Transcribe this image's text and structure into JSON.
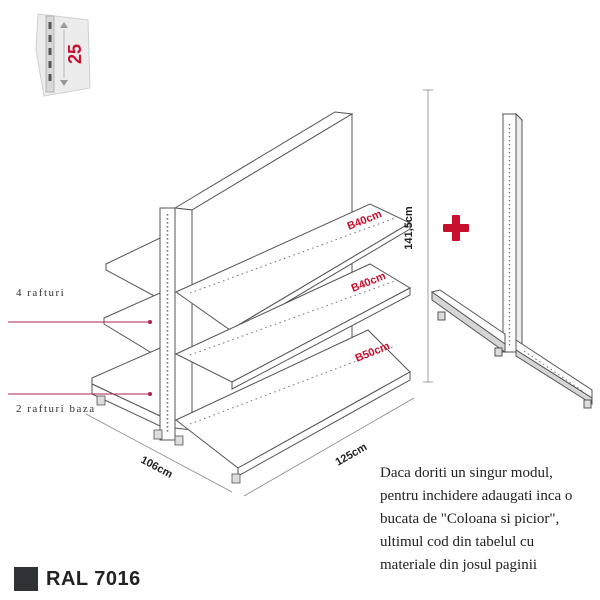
{
  "pitch_badge": {
    "value": "25"
  },
  "dimensions": {
    "height": "141,5cm",
    "length": "125cm",
    "depth": "106cm"
  },
  "shelves": [
    {
      "label": "B40cm"
    },
    {
      "label": "B40cm"
    },
    {
      "label": "B50cm"
    }
  ],
  "side_labels": {
    "top": "4 rafturi",
    "bottom": "2 rafturi baza"
  },
  "note_lines": [
    "Daca doriti un singur modul,",
    "pentru inchidere adaugati inca o",
    "bucata de \"Coloana si picior\",",
    "ultimul cod din tabelul cu",
    "materiale din josul paginii"
  ],
  "ral": {
    "label": "RAL 7016",
    "color": "#2e3136"
  },
  "colors": {
    "accent": "#c8102e",
    "line": "#555555"
  }
}
